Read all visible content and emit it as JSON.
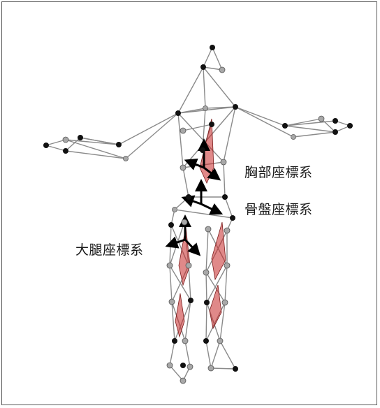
{
  "labels": {
    "chest": "胸部座標系",
    "pelvis": "骨盤座標系",
    "thigh": "大腿座標系"
  },
  "colors": {
    "bone_arrow": "#c62828",
    "marker_dark": "#111111",
    "marker_light": "#9a9a9a",
    "axis_arrow": "#000000",
    "border": "#5a5a5a"
  }
}
